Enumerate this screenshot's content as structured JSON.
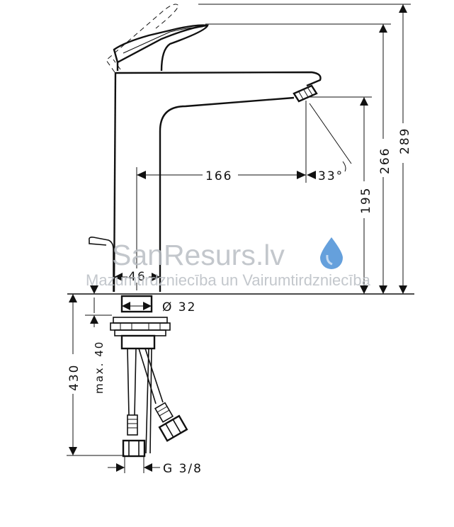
{
  "diagram": {
    "dimensions": {
      "total_height": "289",
      "handle_height": "266",
      "spout_height": "195",
      "spout_reach": "166",
      "spout_angle": "33°",
      "base_width": "46",
      "hole_diameter": "Ø 32",
      "max_deck": "max. 40",
      "hose_length": "430",
      "connection": "G 3/8"
    },
    "watermark": {
      "brand": "SanResurs.lv",
      "tagline": "Mazumtirdzniecība un Vairumtirdzniecība",
      "brand_color": "#b9bec4",
      "drop_color": "#4a8fd6",
      "icon": "water-drop-icon"
    }
  }
}
